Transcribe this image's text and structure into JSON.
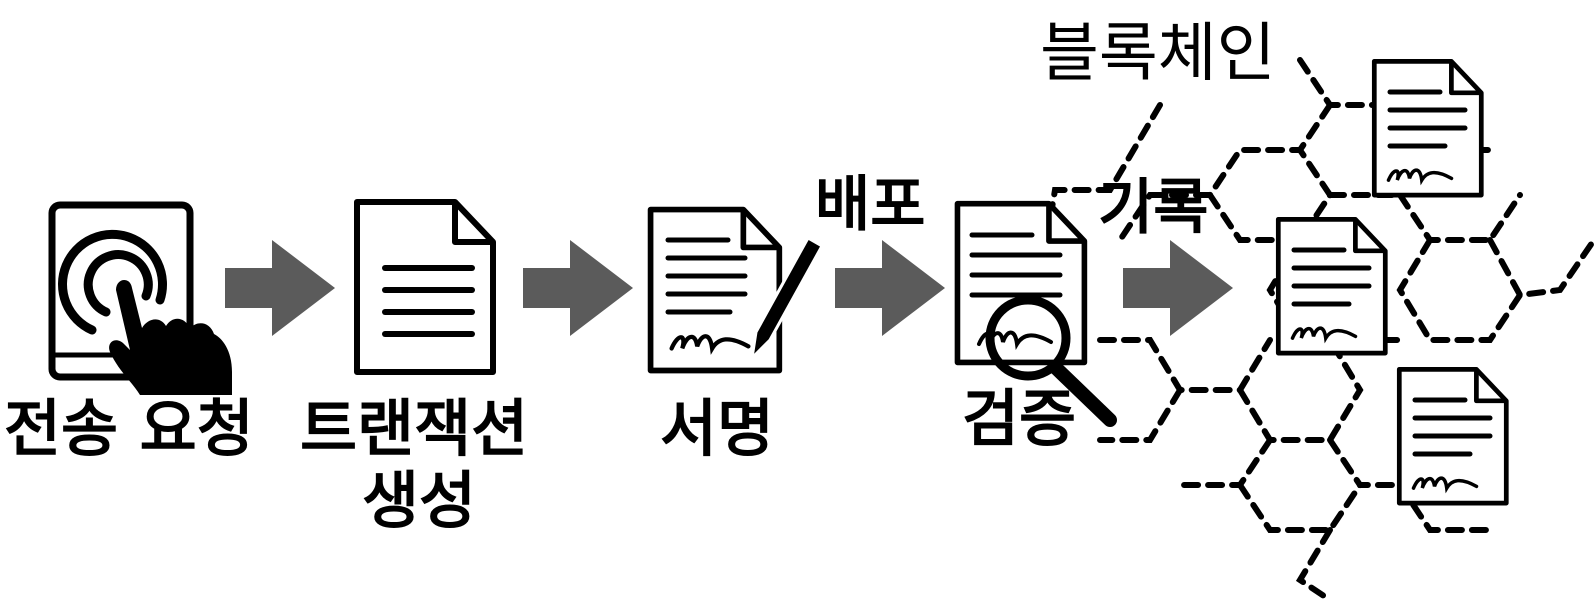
{
  "steps": {
    "request": "전송 요청",
    "create_line1": "트랜잭션",
    "create_line2": "생성",
    "sign": "서명",
    "distribute": "배포",
    "verify": "검증",
    "record": "기록"
  },
  "blockchain_label": "블록체인",
  "icons": {
    "request": "tablet-touch-icon",
    "create": "document-icon",
    "sign": "signed-document-pen-icon",
    "verify": "document-magnifier-icon",
    "chain_docs": "signed-document-icon",
    "arrow": "right-arrow-icon"
  },
  "colors": {
    "arrow": "#5b5b5b",
    "ink": "#000000",
    "background": "#ffffff"
  }
}
